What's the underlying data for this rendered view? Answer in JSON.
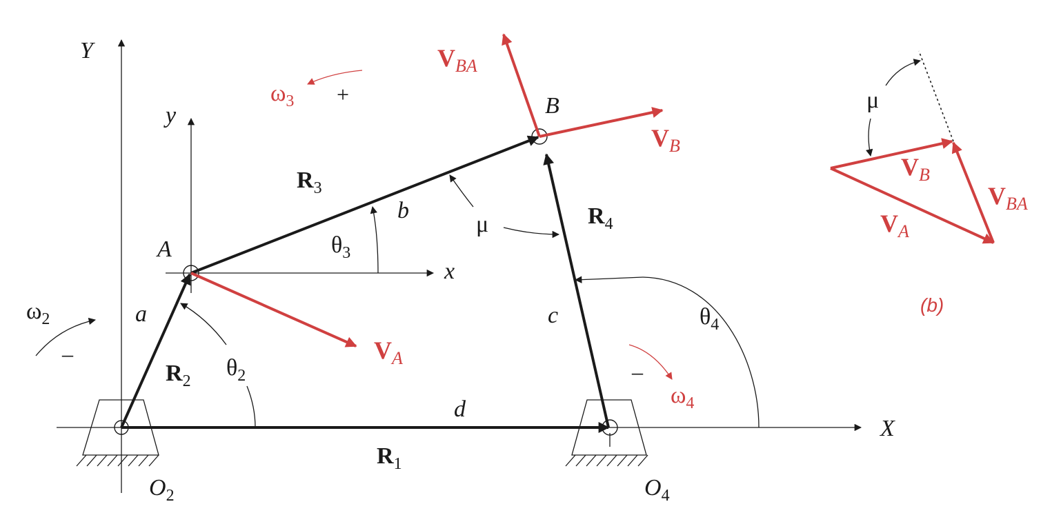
{
  "colors": {
    "link": "#1a1a1a",
    "velocity": "#d04040",
    "axis": "#1a1a1a"
  },
  "labels": {
    "Y": "Y",
    "X": "X",
    "y": "y",
    "x": "x",
    "A": "A",
    "B": "B",
    "O2": "O",
    "O2_sub": "2",
    "O4": "O",
    "O4_sub": "4",
    "a": "a",
    "b": "b",
    "c": "c",
    "d": "d",
    "R1": "R",
    "R1_sub": "1",
    "R2": "R",
    "R2_sub": "2",
    "R3": "R",
    "R3_sub": "3",
    "R4": "R",
    "R4_sub": "4",
    "theta2": "θ",
    "theta2_sub": "2",
    "theta3": "θ",
    "theta3_sub": "3",
    "theta4": "θ",
    "theta4_sub": "4",
    "mu": "μ",
    "omega2": "ω",
    "omega2_sub": "2",
    "omega2_sign": "–",
    "omega3": "ω",
    "omega3_sub": "3",
    "omega3_sign": "+",
    "omega4": "ω",
    "omega4_sub": "4",
    "omega4_sign": "–",
    "VA": "V",
    "VA_sub": "A",
    "VB": "V",
    "VB_sub": "B",
    "VBA": "V",
    "VBA_sub": "BA",
    "mu_b": "μ",
    "VB_b": "V",
    "VB_b_sub": "B",
    "VA_b": "V",
    "VA_b_sub": "A",
    "VBA_b": "V",
    "VBA_b_sub": "BA",
    "part_b": "(b)"
  }
}
